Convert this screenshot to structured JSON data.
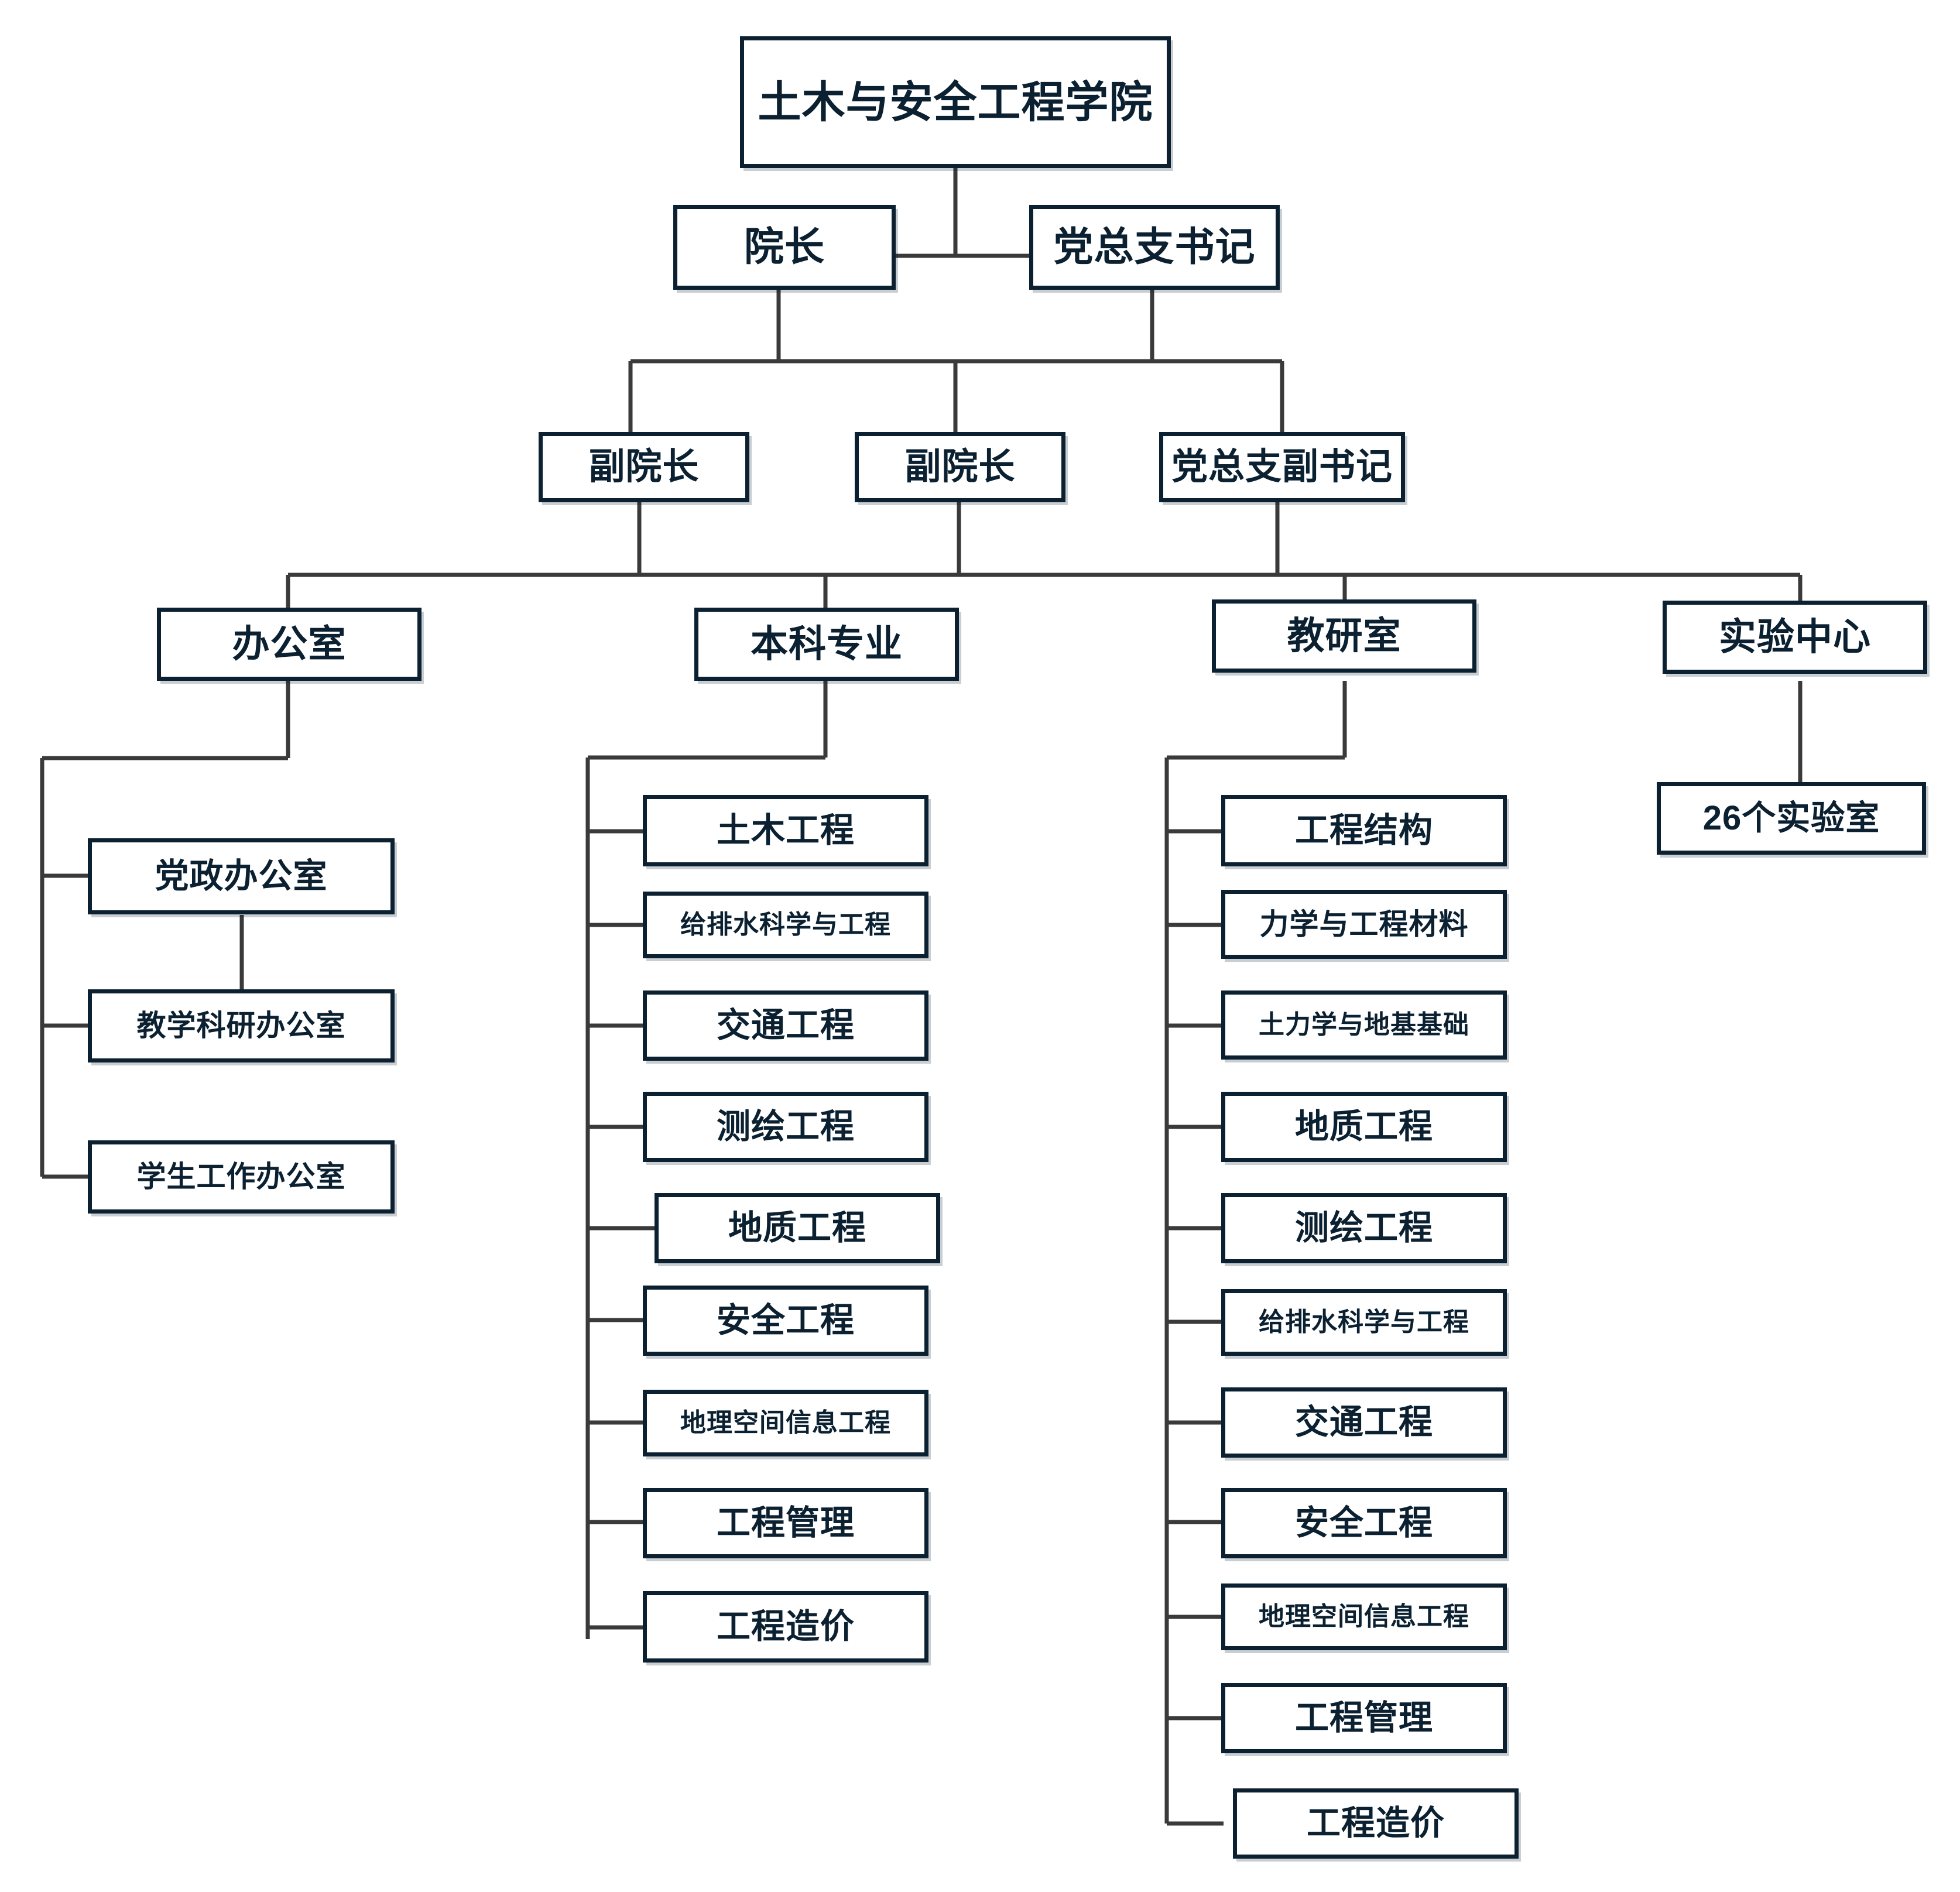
{
  "colors": {
    "border": "#0b2030",
    "text": "#0b2030",
    "connector": "#3a3a3a",
    "background": "#ffffff"
  },
  "root": {
    "label": "土木与安全工程学院"
  },
  "leadership": [
    {
      "label": "院长"
    },
    {
      "label": "党总支书记"
    }
  ],
  "deputies": [
    {
      "label": "副院长"
    },
    {
      "label": "副院长"
    },
    {
      "label": "党总支副书记"
    }
  ],
  "groups": [
    {
      "label": "办公室"
    },
    {
      "label": "本科专业"
    },
    {
      "label": "教研室"
    },
    {
      "label": "实验中心"
    }
  ],
  "office_units": [
    {
      "label": "党政办公室"
    },
    {
      "label": "教学科研办公室"
    },
    {
      "label": "学生工作办公室"
    }
  ],
  "majors": [
    {
      "label": "土木工程"
    },
    {
      "label": "给排水科学与工程"
    },
    {
      "label": "交通工程"
    },
    {
      "label": "测绘工程"
    },
    {
      "label": "地质工程"
    },
    {
      "label": "安全工程"
    },
    {
      "label": "地理空间信息工程"
    },
    {
      "label": "工程管理"
    },
    {
      "label": "工程造价"
    }
  ],
  "teaching_sections": [
    {
      "label": "工程结构"
    },
    {
      "label": "力学与工程材料"
    },
    {
      "label": "土力学与地基基础"
    },
    {
      "label": "地质工程"
    },
    {
      "label": "测绘工程"
    },
    {
      "label": "给排水科学与工程"
    },
    {
      "label": "交通工程"
    },
    {
      "label": "安全工程"
    },
    {
      "label": "地理空间信息工程"
    },
    {
      "label": "工程管理"
    },
    {
      "label": "工程造价"
    }
  ],
  "lab_units": [
    {
      "label": "26个实验室"
    }
  ]
}
